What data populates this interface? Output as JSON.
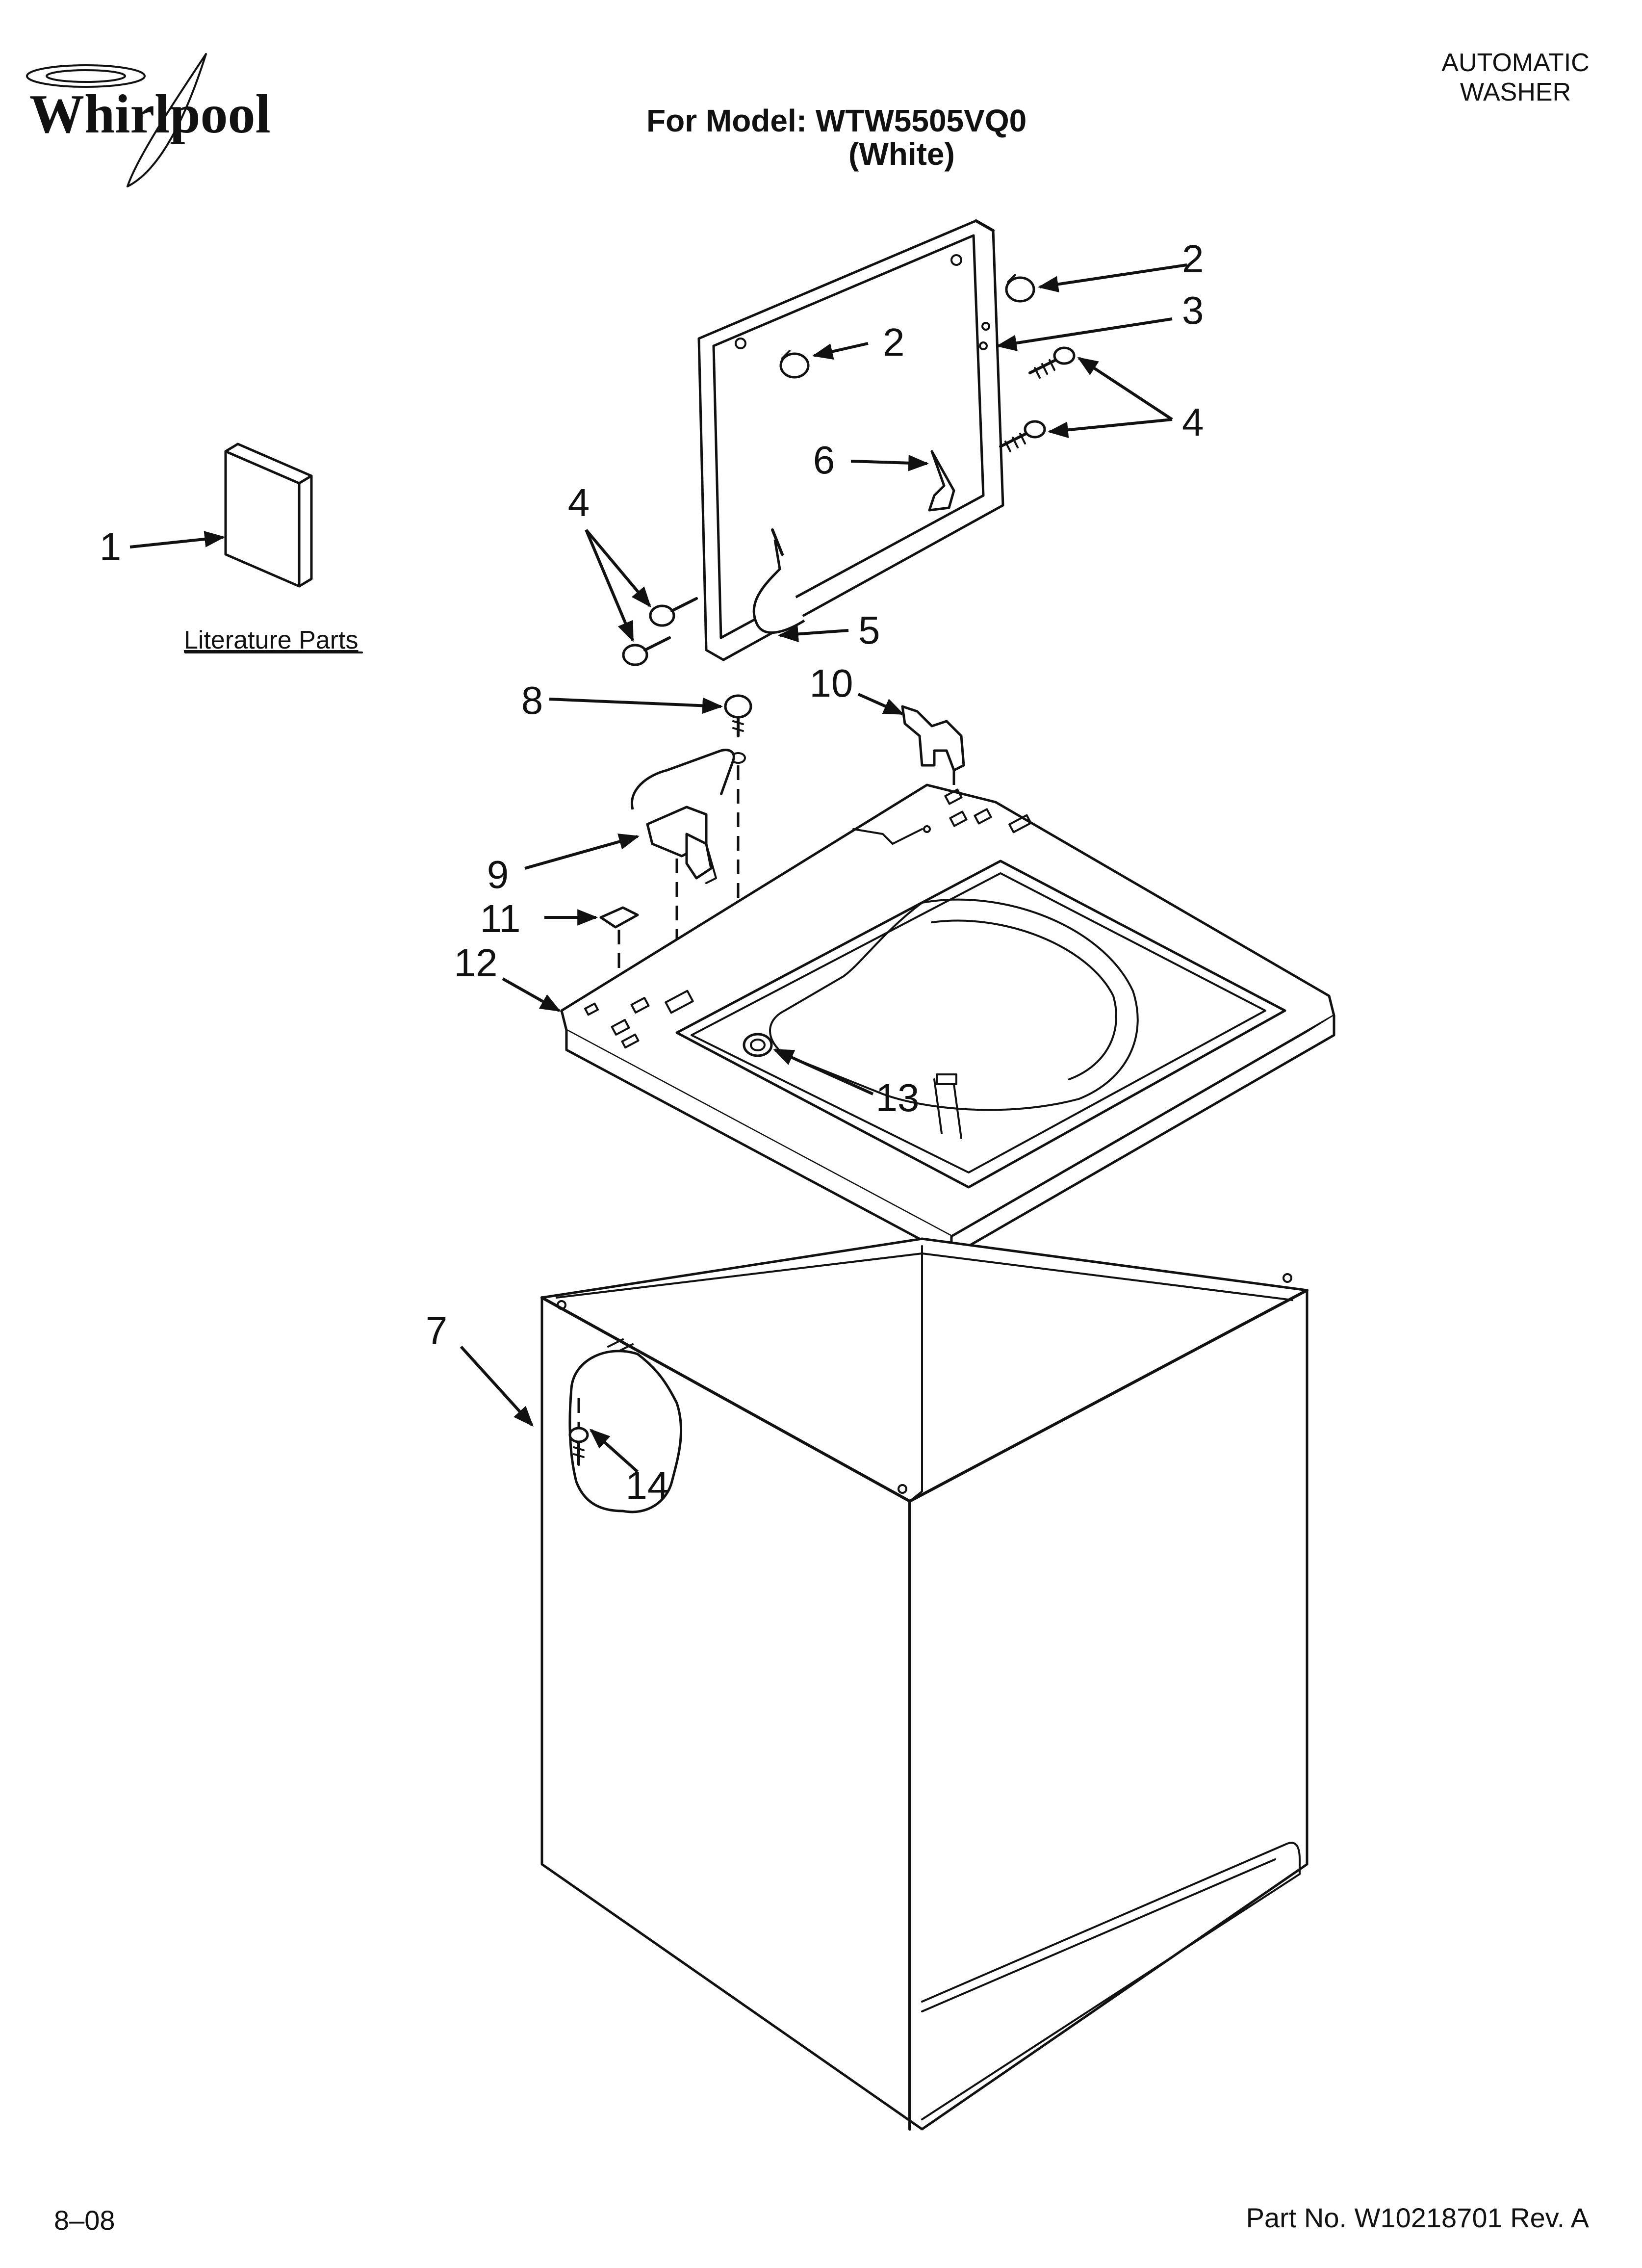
{
  "header": {
    "brand": "Whirlpool",
    "model_line": "For Model: WTW5505VQ0",
    "color_line": "(White)",
    "category_line1": "AUTOMATIC",
    "category_line2": "WASHER"
  },
  "literature": {
    "label": "Literature Parts"
  },
  "callouts": [
    {
      "id": "c1",
      "label": "1"
    },
    {
      "id": "c2a",
      "label": "2"
    },
    {
      "id": "c2b",
      "label": "2"
    },
    {
      "id": "c3",
      "label": "3"
    },
    {
      "id": "c4a",
      "label": "4"
    },
    {
      "id": "c4b",
      "label": "4"
    },
    {
      "id": "c5",
      "label": "5"
    },
    {
      "id": "c6",
      "label": "6"
    },
    {
      "id": "c7",
      "label": "7"
    },
    {
      "id": "c8",
      "label": "8"
    },
    {
      "id": "c9",
      "label": "9"
    },
    {
      "id": "c10",
      "label": "10"
    },
    {
      "id": "c11",
      "label": "11"
    },
    {
      "id": "c12",
      "label": "12"
    },
    {
      "id": "c13",
      "label": "13"
    },
    {
      "id": "c14",
      "label": "14"
    }
  ],
  "footer": {
    "date": "8–08",
    "part_number": "Part No. W10218701 Rev. A"
  }
}
